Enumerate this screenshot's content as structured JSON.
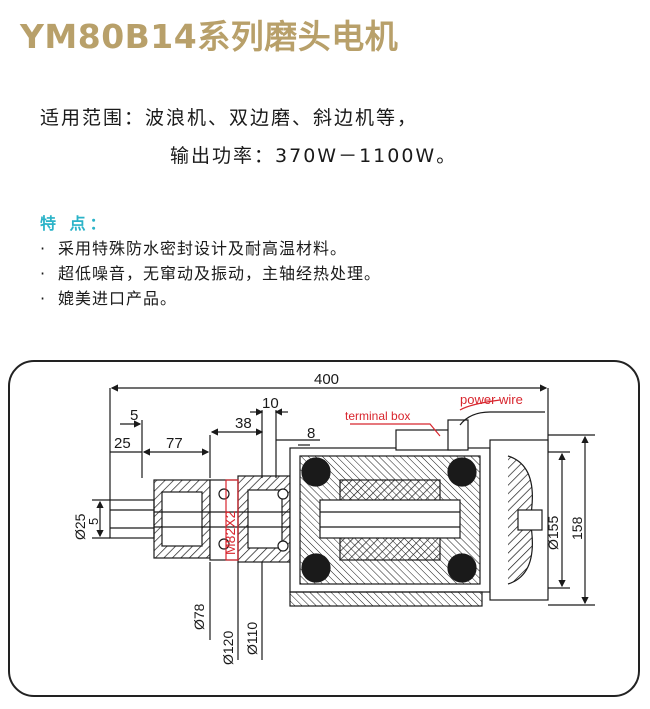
{
  "header": {
    "title": "YM80B14系列磨头电机"
  },
  "application": {
    "label": "适用范围：",
    "value": "波浪机、双边磨、斜边机等，",
    "power_label": "输出功率：",
    "power_value": "370W－1100W。"
  },
  "features": {
    "heading": "特 点：",
    "items": [
      "采用特殊防水密封设计及耐高温材料。",
      "超低噪音，无窜动及振动，主轴经热处理。",
      "媲美进口产品。"
    ]
  },
  "drawing": {
    "labels": {
      "overall_length": "400",
      "power_wire": "power wire",
      "terminal_box": "terminal box",
      "dim_10": "10",
      "dim_5": "5",
      "dim_38": "38",
      "dim_8": "8",
      "dim_25": "25",
      "dim_77": "77",
      "thread": "M82X2",
      "dia_25": "Ø25",
      "dim_5_vert": "5",
      "dia_78": "Ø78",
      "dia_120": "Ø120",
      "dia_110": "Ø110",
      "dia_155": "Ø155",
      "dim_158": "158"
    },
    "colors": {
      "thread": "#d8262e",
      "callout": "#d8262e",
      "line": "#1a1a1a"
    }
  }
}
